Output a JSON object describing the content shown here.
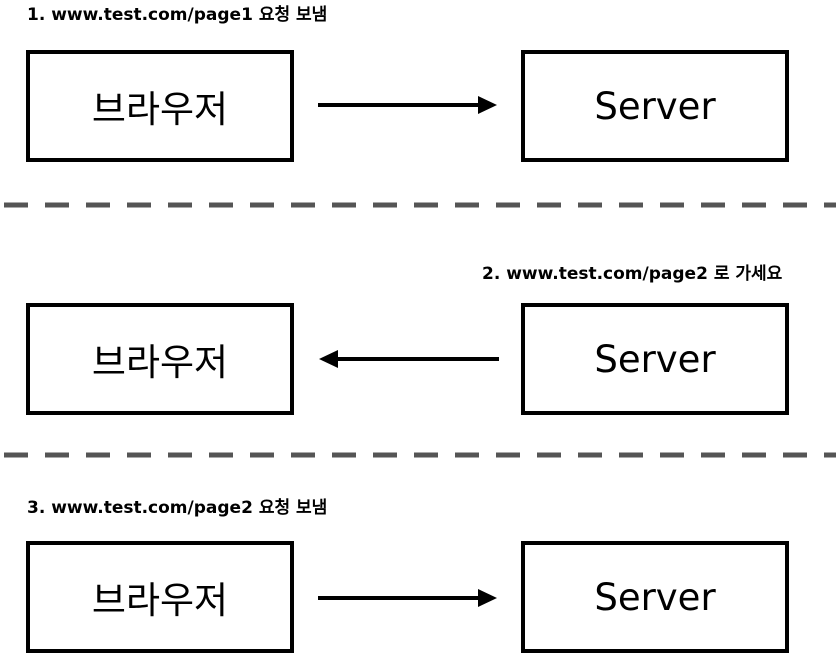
{
  "steps": [
    {
      "label": "1. www.test.com/page1 요청 보냄",
      "left_box": "브라우저",
      "right_box": "Server",
      "arrow_direction": "right"
    },
    {
      "label": "2. www.test.com/page2 로 가세요",
      "left_box": "브라우저",
      "right_box": "Server",
      "arrow_direction": "left"
    },
    {
      "label": "3. www.test.com/page2 요청 보냄",
      "left_box": "브라우저",
      "right_box": "Server",
      "arrow_direction": "right"
    }
  ],
  "colors": {
    "stroke": "#000000",
    "divider": "#555555"
  }
}
